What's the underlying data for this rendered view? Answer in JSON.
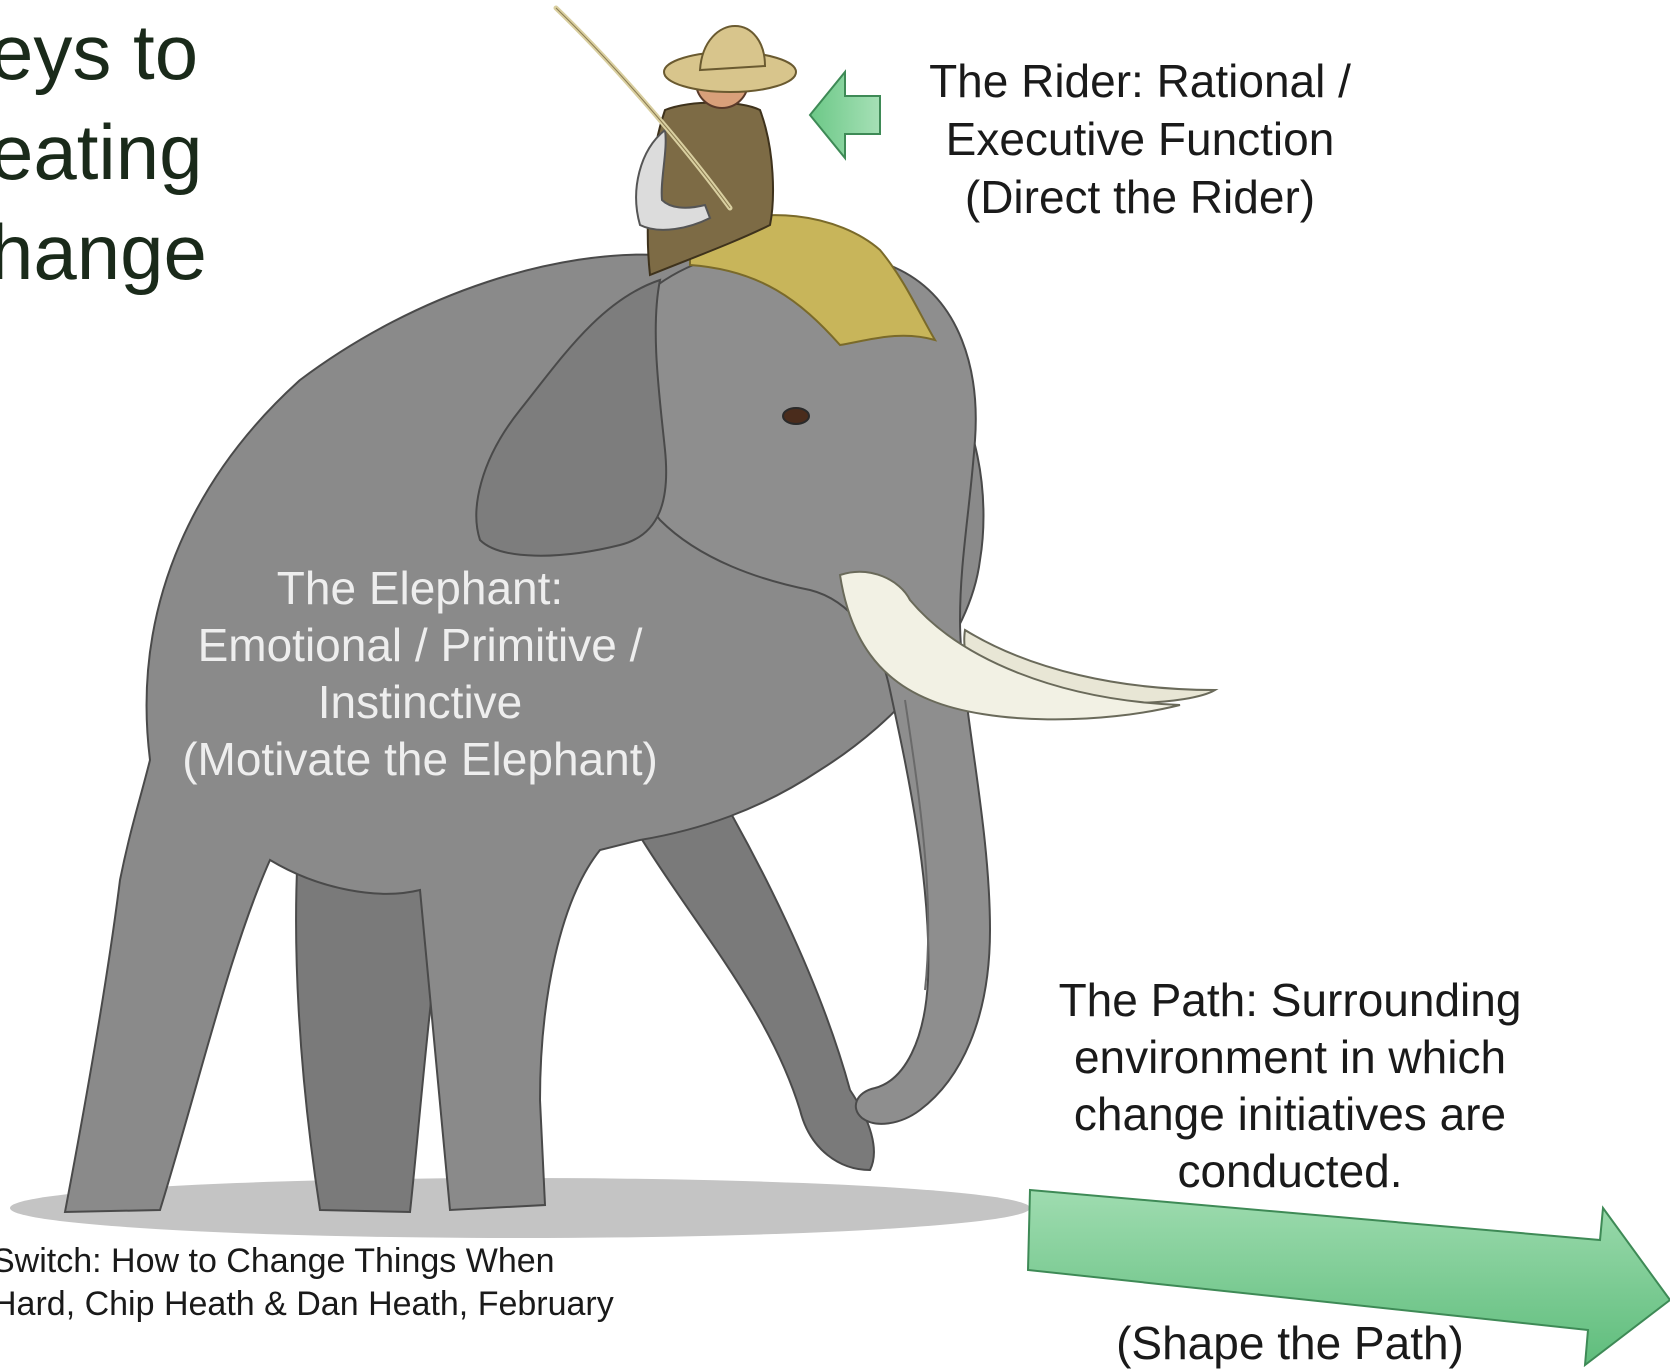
{
  "title": "eys to\neating\nhange",
  "rider_text": "The Rider:  Rational /\nExecutive Function\n (Direct the Rider)",
  "elephant_text": "The Elephant:\nEmotional / Primitive /\nInstinctive\n(Motivate the Elephant)",
  "path_text": "The Path:  Surrounding\nenvironment in which\nchange initiatives are\nconducted.",
  "path_shape_text": "(Shape the Path)",
  "citation": "Switch: How to Change Things When\n Hard, Chip Heath & Dan Heath, February",
  "colors": {
    "elephant": "#8a8a8a",
    "elephant_dark": "#6f6f6f",
    "shadow": "#c4c4c4",
    "tusk": "#f2f1e4",
    "saddle_cloth": "#c8b55a",
    "vest": "#7d6b45",
    "hat": "#d8c58c",
    "arrow_green": "#7ccf96",
    "arrow_green_dark": "#4fae6e"
  }
}
